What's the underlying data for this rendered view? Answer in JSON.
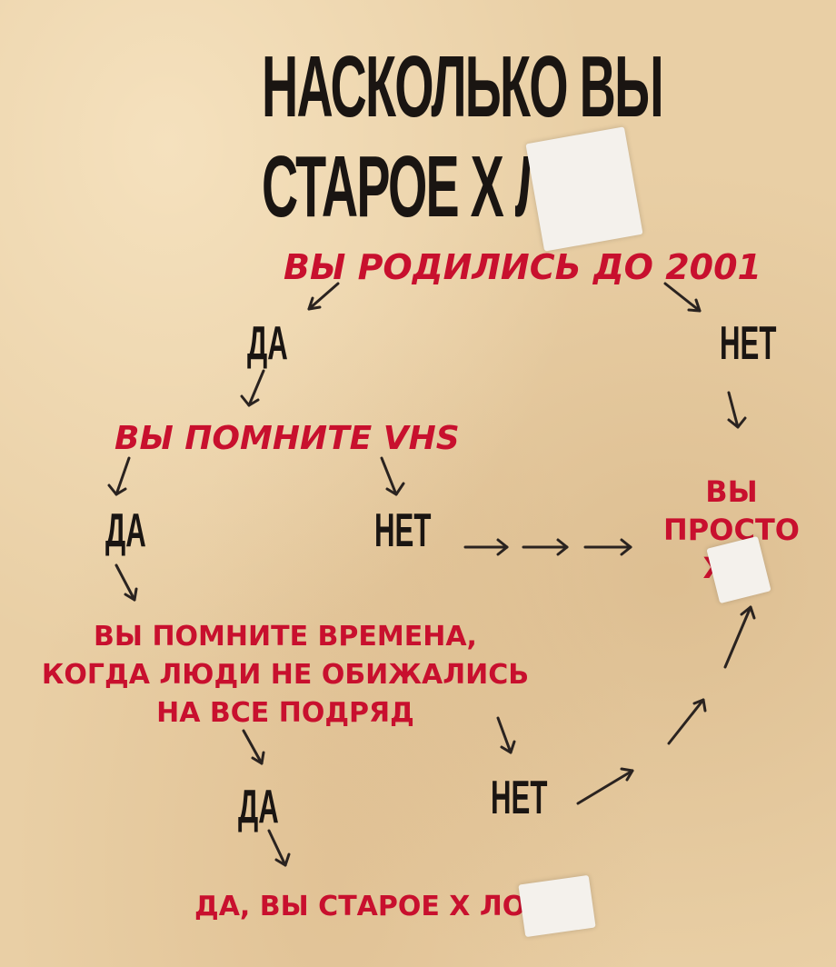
{
  "title": {
    "line1": "НАСКОЛЬКО ВЫ",
    "line2": "СТАРОЕ Х   ЛО?"
  },
  "q1": "ВЫ РОДИЛИСЬ ДО 2001",
  "q1_yes": "ДА",
  "q1_no": "НЕТ",
  "q2": "ВЫ ПОМНИТЕ VHS",
  "q2_yes": "ДА",
  "q2_no": "НЕТ",
  "result_simple": {
    "line1": "ВЫ",
    "line2": "ПРОСТО",
    "line3": "Х   О"
  },
  "q3": {
    "line1": "ВЫ ПОМНИТЕ ВРЕМЕНА,",
    "line2": "КОГДА ЛЮДИ НЕ ОБИЖАЛИСЬ",
    "line3": "НА ВСЕ ПОДРЯД"
  },
  "q3_yes": "ДА",
  "q3_no": "НЕТ",
  "result_old": "ДА, ВЫ СТАРОЕ Х   ЛО"
}
